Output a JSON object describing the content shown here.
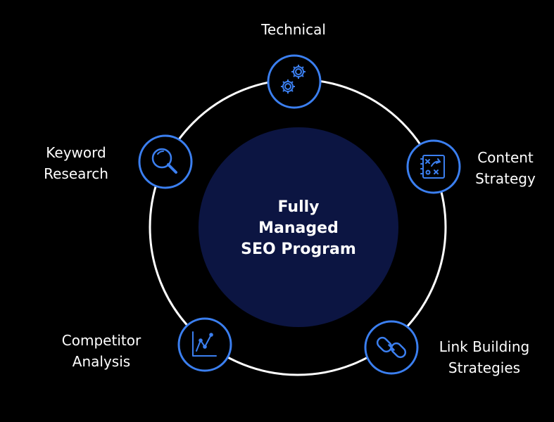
{
  "center": {
    "lines": [
      "Fully",
      "Managed",
      "SEO Program"
    ]
  },
  "nodes": [
    {
      "id": "technical",
      "icon": "gears-icon",
      "lines": [
        "Technical"
      ]
    },
    {
      "id": "content",
      "icon": "strategy-board-icon",
      "lines": [
        "Content",
        "Strategy"
      ]
    },
    {
      "id": "link",
      "icon": "chain-link-icon",
      "lines": [
        "Link Building",
        "Strategies"
      ]
    },
    {
      "id": "competitor",
      "icon": "line-chart-icon",
      "lines": [
        "Competitor",
        "Analysis"
      ]
    },
    {
      "id": "keyword",
      "icon": "magnifying-glass-icon",
      "lines": [
        "Keyword",
        "Research"
      ]
    }
  ],
  "colors": {
    "background": "#000000",
    "ring": "#ffffff",
    "center_fill": "#0c1542",
    "accent_blue": "#3b7ff0",
    "text": "#ffffff"
  }
}
